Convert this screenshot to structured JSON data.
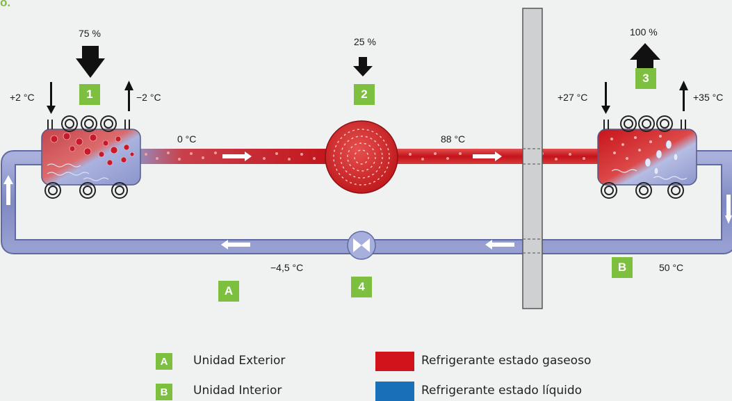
{
  "header_fragment": "o.",
  "steps": {
    "s1": {
      "number": "1",
      "percent": "75 %"
    },
    "s2": {
      "number": "2",
      "percent": "25 %"
    },
    "s3": {
      "number": "3",
      "percent": "100 %"
    },
    "s4": {
      "number": "4"
    }
  },
  "temps": {
    "evap_in": "+2 °C",
    "evap_out": "−2 °C",
    "after_evap": "0 °C",
    "after_comp": "88 °C",
    "cond_in": "+27 °C",
    "cond_out": "+35 °C",
    "after_valve": "−4,5 °C",
    "after_cond": "50 °C"
  },
  "units": {
    "A": {
      "letter": "A"
    },
    "B": {
      "letter": "B"
    }
  },
  "legend": {
    "items": [
      {
        "letter": "A",
        "label": "Unidad Exterior"
      },
      {
        "letter": "B",
        "label": "Unidad Interior"
      }
    ],
    "colors": [
      {
        "color": "#d1141b",
        "label": "Refrigerante estado gaseoso"
      },
      {
        "color": "#1a70b8",
        "label": "Refrigerante estado líquido"
      }
    ]
  },
  "colors": {
    "accent": "#7dbf3f",
    "gas": "#d1141b",
    "liquid": "#1a70b8",
    "pipe": "#8892c8"
  }
}
